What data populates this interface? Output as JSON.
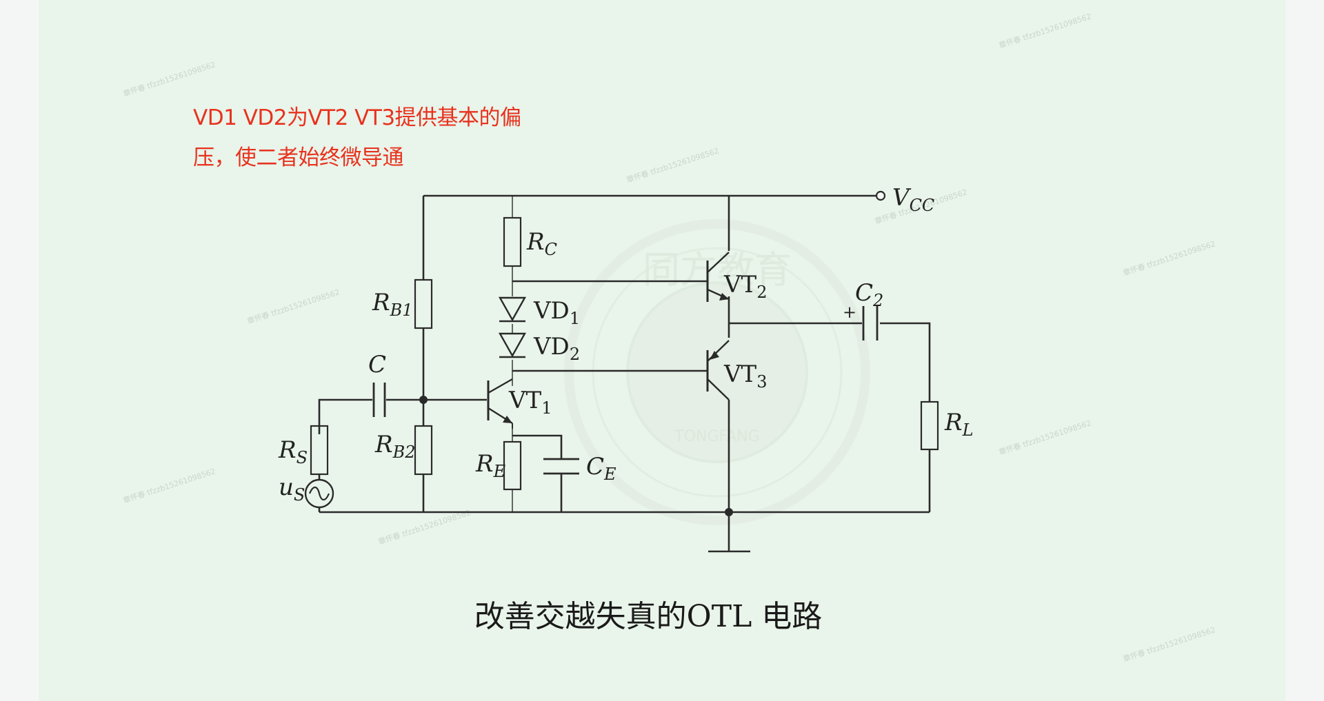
{
  "annotation": {
    "line1": "VD1 VD2为VT2 VT3提供基本的偏",
    "line2": "压，使二者始终微导通"
  },
  "caption": "改善交越失真的OTL 电路",
  "circuit": {
    "labels": {
      "vcc": {
        "main": "V",
        "sub": "CC"
      },
      "rc": {
        "main": "R",
        "sub": "C"
      },
      "vt2": {
        "main": "VT",
        "sub": "2"
      },
      "c2": {
        "main": "C",
        "sub": "2"
      },
      "c2_plus": "+",
      "rb1": {
        "main": "R",
        "sub": "B1"
      },
      "vd1": {
        "main": "VD",
        "sub": "1"
      },
      "vd2": {
        "main": "VD",
        "sub": "2"
      },
      "vt3": {
        "main": "VT",
        "sub": "3"
      },
      "c": {
        "main": "C"
      },
      "vt1": {
        "main": "VT",
        "sub": "1"
      },
      "rl": {
        "main": "R",
        "sub": "L"
      },
      "rs": {
        "main": "R",
        "sub": "S"
      },
      "rb2": {
        "main": "R",
        "sub": "B2"
      },
      "re": {
        "main": "R",
        "sub": "E"
      },
      "ce": {
        "main": "C",
        "sub": "E"
      },
      "us": {
        "main": "u",
        "sub": "S"
      }
    }
  },
  "watermark": {
    "logo_text": "TONGFANG",
    "logo_cn": "同方教育",
    "repeat_text": "章怀春 tfzzb15261098562"
  },
  "colors": {
    "background": "#e9f4ea",
    "annotation": "#e8321e",
    "ink": "#2a2a2a"
  }
}
